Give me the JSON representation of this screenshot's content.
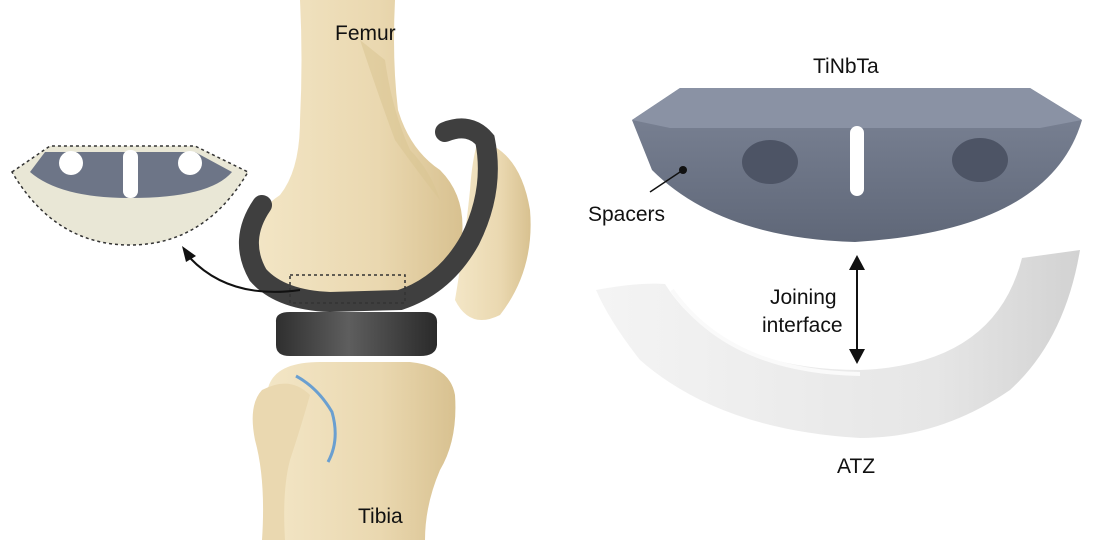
{
  "labels": {
    "femur": "Femur",
    "tibia": "Tibia",
    "tinbta": "TiNbTa",
    "spacers": "Spacers",
    "joining_line1": "Joining",
    "joining_line2": "interface",
    "atz": "ATZ"
  },
  "colors": {
    "bone": "#ecdcb7",
    "bone_shadow": "#d9c491",
    "implant_dark": "#3f3f3f",
    "tibial_insert": "#4a4a4a",
    "tinbta_part": "#6d7587",
    "atz_ceramic": "#ececec",
    "cartilage_outline": "#6a9fd0"
  }
}
